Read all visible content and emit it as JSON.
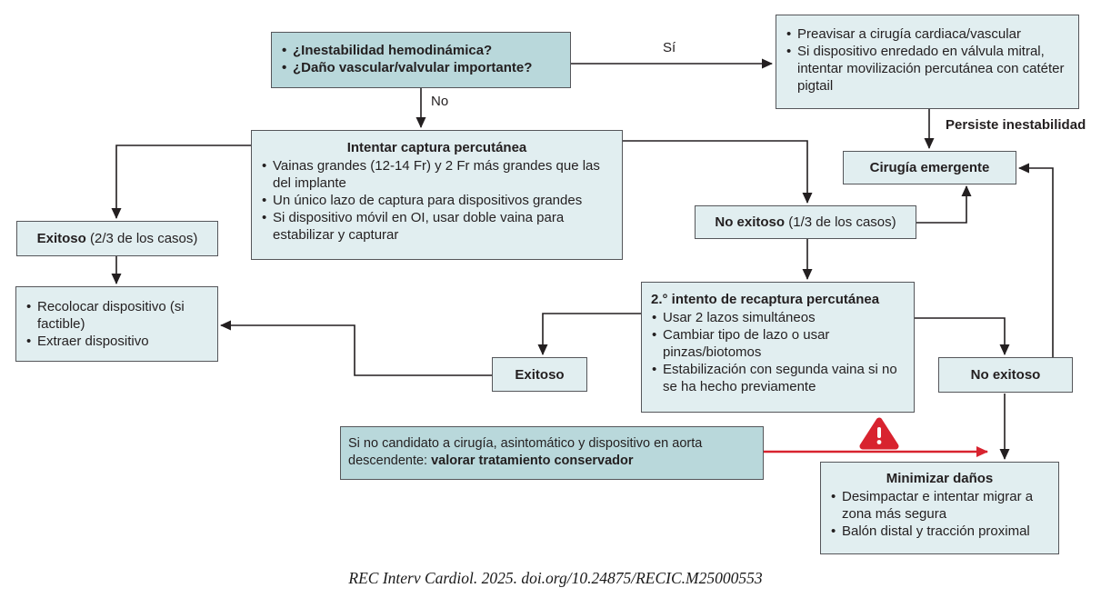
{
  "colors": {
    "teal_fill": "#b9d8db",
    "light_fill": "#e1eef0",
    "box_border": "#55565a",
    "line": "#231f20",
    "red": "#d8232f"
  },
  "flow_labels": {
    "yes": "Sí",
    "no": "No",
    "persists": "Persiste inestabilidad"
  },
  "nodes": {
    "hemodynamic_question": {
      "bullets": [
        "¿Inestabilidad hemodinámica?",
        "¿Daño vascular/valvular importante?"
      ]
    },
    "prealert_surgery": {
      "bullets": [
        "Preavisar a cirugía cardiaca/vascular",
        "Si dispositivo enredado en válvula mitral, intentar movilización percutánea con catéter pigtail"
      ]
    },
    "emergent_surgery": {
      "label": "Cirugía emergente"
    },
    "percutaneous_capture": {
      "title": "Intentar captura percutánea",
      "bullets": [
        "Vainas grandes (12-14 Fr) y 2 Fr más grandes que las del implante",
        "Un único lazo de captura para dispositivos grandes",
        "Si dispositivo móvil en OI, usar doble vaina para estabilizar y capturar"
      ]
    },
    "successful_23": {
      "bold": "Exitoso",
      "rest": " (2/3 de los casos)"
    },
    "unsuccessful_13": {
      "bold": "No exitoso",
      "rest": " (1/3 de los casos)"
    },
    "reposition_device": {
      "bullets": [
        "Recolocar dispositivo (si factible)",
        "Extraer dispositivo"
      ]
    },
    "second_attempt": {
      "title": "2.° intento de recaptura percutánea",
      "bullets": [
        "Usar 2 lazos simultáneos",
        "Cambiar tipo de lazo o usar pinzas/biotomos",
        "Estabilización con segunda vaina si no se ha hecho previamente"
      ]
    },
    "successful": {
      "label": "Exitoso"
    },
    "unsuccessful": {
      "label": "No exitoso"
    },
    "conservative": {
      "prefix": "Si no candidato a cirugía, asintomático y dispositivo en aorta descendente: ",
      "bold": "valorar tratamiento conservador"
    },
    "minimize_damage": {
      "title": "Minimizar daños",
      "bullets": [
        "Desimpactar e intentar migrar a zona más segura",
        "Balón distal y tracción proximal"
      ]
    }
  },
  "icons": {
    "warning_triangle": "warning-triangle-icon"
  },
  "footer": {
    "citation": "REC Interv Cardiol. 2025. doi.org/10.24875/RECIC.M25000553"
  }
}
